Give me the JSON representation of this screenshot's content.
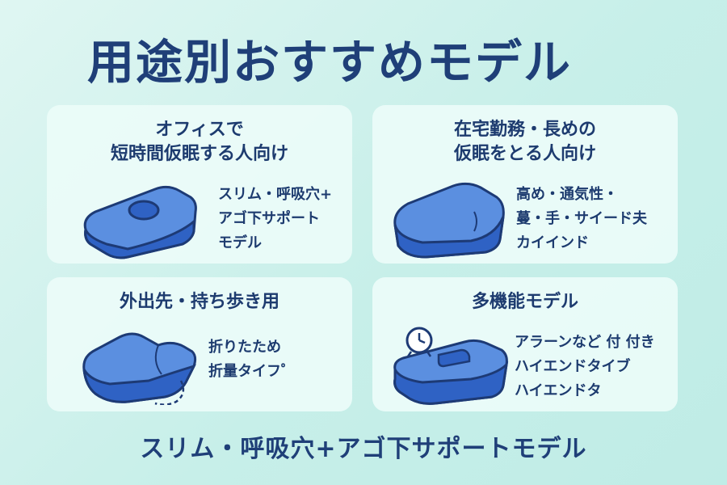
{
  "title": "用途別おすすめモデル",
  "cards": [
    {
      "heading": [
        "オフィスで",
        "短時間仮眠する人向け"
      ],
      "desc": [
        "スリム・呼吸穴+",
        "アゴ下サポート",
        "モデル"
      ],
      "illustration_icon": "slim-pillow-with-breathing-hole-icon"
    },
    {
      "heading": [
        "在宅勤務・長めの",
        "仮眠をとる人向け"
      ],
      "desc": [
        "高め・通気性・",
        "蔓・手・サイード夫",
        "カイインド"
      ],
      "illustration_icon": "tall-cushion-pillow-icon"
    },
    {
      "heading": [
        "外出先・持ち歩き用"
      ],
      "desc": [
        "折りたため",
        "折量タイフ゜"
      ],
      "illustration_icon": "foldable-pillow-icon"
    },
    {
      "heading": [
        "多機能モデル"
      ],
      "desc": [
        "アラーンなど 付 付き",
        "ハイエンドタイブ",
        "ハイエンドタ"
      ],
      "illustration_icon": "pillow-with-alarm-clock-icon"
    }
  ],
  "footer": "スリム・呼吸穴+アゴ下サポートモデル",
  "colors": {
    "background": "#c7efe9",
    "card": "#ecfcf9",
    "text": "#1d3b6f",
    "pillow_light": "#5b8fe0",
    "pillow_dark": "#2f62c4",
    "outline": "#1d3a75"
  }
}
